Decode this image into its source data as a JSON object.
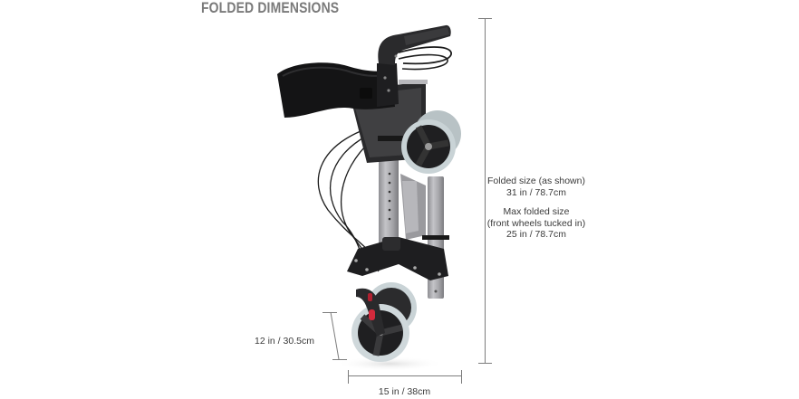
{
  "title": "FOLDED DIMENSIONS",
  "product": {
    "name": "folded rollator walker",
    "colors": {
      "frame": "#a9a9ad",
      "frame_shade": "#8c8c90",
      "plastic": "#1f1f21",
      "tire": "#c9d3d6",
      "accent_red": "#d42a3c",
      "bag": "#161617",
      "mesh": "#4a4a4c"
    }
  },
  "dimensions": {
    "folded_height": {
      "line1_label": "Folded size (as shown)",
      "line1_value": "31 in / 78.7cm",
      "line2_label": "Max folded size",
      "line2_note": "(front wheels tucked in)",
      "line2_value": "25 in / 78.7cm"
    },
    "wheel_height": {
      "value": "12 in / 30.5cm"
    },
    "folded_width": {
      "value": "15 in / 38cm"
    }
  },
  "style": {
    "title_color": "#7a7a7a",
    "line_color": "#7d7d7d",
    "text_color": "#3a3a3a",
    "background": "#ffffff"
  }
}
